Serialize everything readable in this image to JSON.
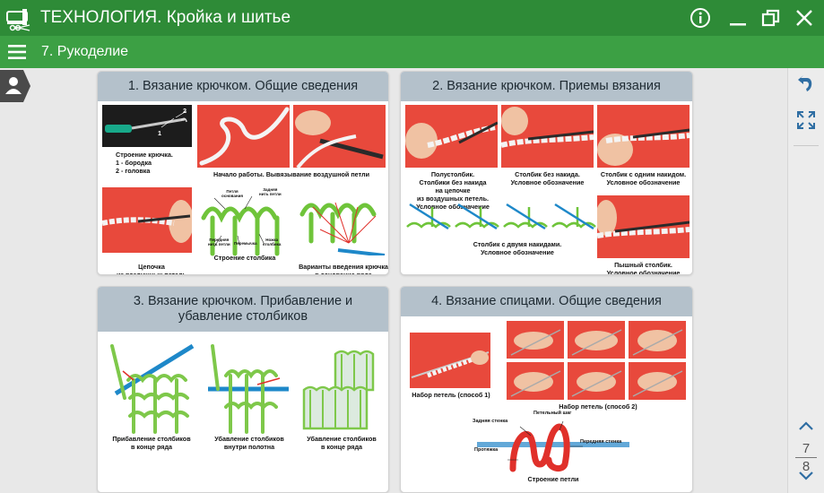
{
  "app": {
    "title": "ТЕХНОЛОГИЯ. Кройка и шитье"
  },
  "nav": {
    "section": "7. Рукоделие"
  },
  "pager": {
    "current": "7",
    "total": "8"
  },
  "colors": {
    "titlebar": "#2e8b37",
    "navbar": "#3ca044",
    "card_header": "#b4c1cb",
    "photo_bg": "#e8493c"
  },
  "cards": [
    {
      "title": "1. Вязание крючком. Общие сведения",
      "captions": {
        "hook": "Строение крючка.\n1 - бородка\n2 - головка",
        "hook_n1": "1",
        "hook_n2": "2",
        "start": "Начало работы. Вывязывание воздушной петли",
        "chain": "Цепочка\nиз воздушных петель",
        "stitch": "Строение столбика",
        "insert": "Варианты введения крючка\nв основание ряда",
        "front_loop": "Передняя\nнить петли",
        "crossbar": "Перемычка",
        "leg": "Ножка\nстолбика",
        "base_loop": "Петля\nоснования",
        "back_loop": "Задняя\nнить петли"
      }
    },
    {
      "title": "2. Вязание крючком. Приемы вязания",
      "captions": {
        "slip": "Полустолбик.\nСтолбики без накида\nна цепочке\nиз воздушных петель.\nУсловное обозначение",
        "sc": "Столбик без накида.\nУсловное обозначение",
        "dc": "Столбик с одним накидом.\nУсловное обозначение",
        "tc": "Столбик с двумя накидами.\nУсловное обозначение",
        "puff": "Пышный столбик.\nУсловное обозначение"
      }
    },
    {
      "title": "3. Вязание крючком. Прибавление и убавление столбиков",
      "captions": {
        "add": "Прибавление столбиков\nв конце ряда",
        "dec_in": "Убавление столбиков\nвнутри полотна",
        "dec_end": "Убавление столбиков\nв конце ряда"
      }
    },
    {
      "title": "4. Вязание спицами. Общие сведения",
      "captions": {
        "cast1": "Набор петель (способ 1)",
        "cast2": "Набор петель (способ 2)",
        "loop": "Строение петли",
        "back_wall": "Задняя стенка",
        "arc": "Петельный шаг",
        "front_wall": "Передняя стенка",
        "broach": "Протяжка"
      }
    }
  ]
}
